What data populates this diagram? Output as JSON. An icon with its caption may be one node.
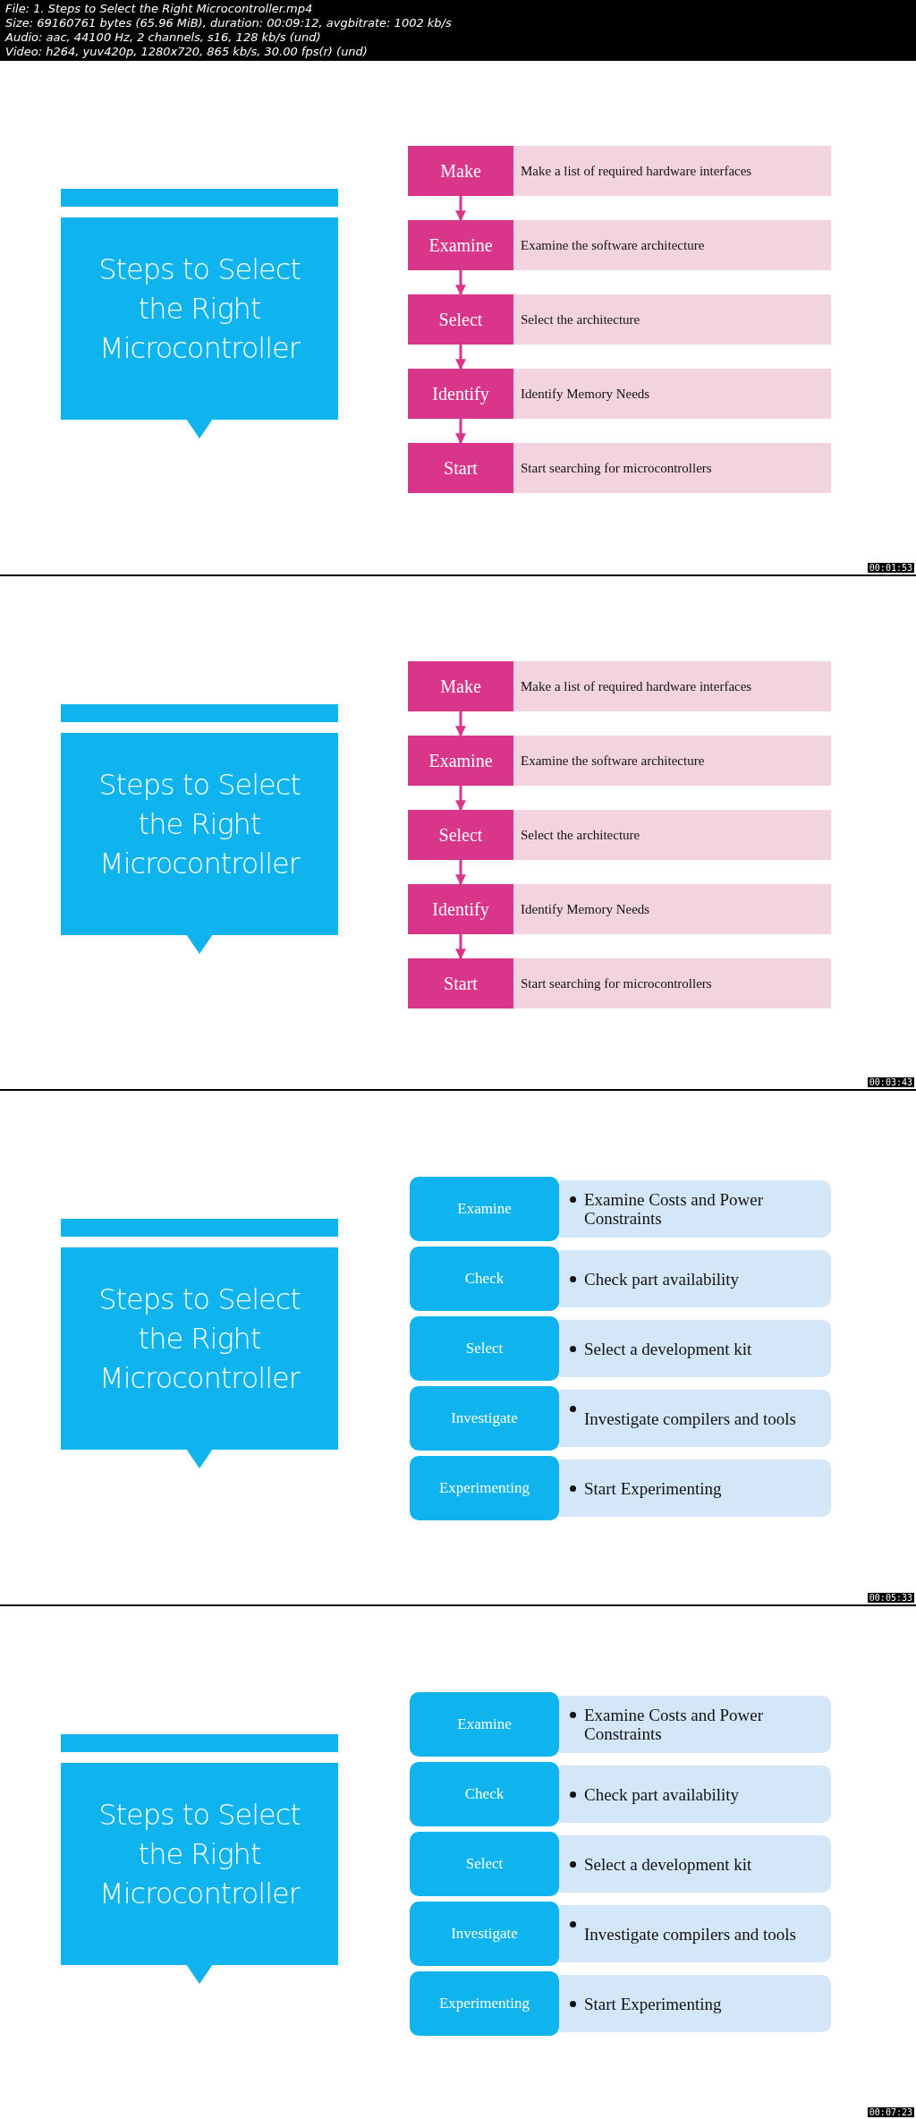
{
  "diagram": {
    "nodes": [
      {
        "text": [
          "Steps to Select the Right Microcontroller"
        ]
      },
      {
        "text": [
          "Make"
        ]
      },
      {
        "text": [
          "Make a list of required hardware interfaces"
        ]
      },
      {
        "text": [
          "Examine"
        ]
      },
      {
        "text": [
          "Examine the software architecture"
        ]
      },
      {
        "text": [
          "Select"
        ]
      },
      {
        "text": [
          "Select the architecture"
        ]
      },
      {
        "text": [
          "Identify"
        ]
      },
      {
        "text": [
          "Identify Memory Needs"
        ]
      },
      {
        "text": [
          "Start"
        ]
      },
      {
        "text": [
          "Start searching for microcontrollers"
        ]
      },
      {
        "text": [
          "Steps to Select the Right Microcontroller"
        ]
      },
      {
        "text": [
          "Make"
        ]
      },
      {
        "text": [
          "Make a list of required hardware interfaces"
        ]
      },
      {
        "text": [
          "Examine"
        ]
      },
      {
        "text": [
          "Examine the software architecture"
        ]
      },
      {
        "text": [
          "Select"
        ]
      },
      {
        "text": [
          "Select the architecture"
        ]
      },
      {
        "text": [
          "Identify"
        ]
      },
      {
        "text": [
          "Identify Memory Needs"
        ]
      },
      {
        "text": [
          "Start"
        ]
      },
      {
        "text": [
          "Start searching for microcontrollers"
        ]
      },
      {
        "text": [
          "Steps to Select the Right Microcontroller"
        ]
      },
      {
        "text": [
          "Examine"
        ]
      },
      {
        "text": [
          "Examine Costs and Power Constraints"
        ]
      },
      {
        "text": [
          "Check"
        ]
      },
      {
        "text": [
          "Check part availability"
        ]
      },
      {
        "text": [
          "Select"
        ]
      },
      {
        "text": [
          "Select a development kit"
        ]
      },
      {
        "text": [
          "Investigate"
        ]
      },
      {
        "text": [
          "Investigate compilers and tools"
        ]
      },
      {
        "text": [
          "Experimenting"
        ]
      },
      {
        "text": [
          "Start Experimenting"
        ]
      },
      {
        "text": [
          "Steps to Select the Right Microcontroller"
        ]
      },
      {
        "text": [
          "Examine"
        ]
      },
      {
        "text": [
          "Examine Costs and Power Constraints"
        ]
      },
      {
        "text": [
          "Check"
        ]
      },
      {
        "text": [
          "Check part availability"
        ]
      },
      {
        "text": [
          "Select"
        ]
      },
      {
        "text": [
          "Select a development kit"
        ]
      },
      {
        "text": [
          "Investigate"
        ]
      },
      {
        "text": [
          "Investigate compilers and tools"
        ]
      },
      {
        "text": [
          "Experimenting"
        ]
      },
      {
        "text": [
          "Start Experimenting"
        ]
      }
    ],
    "edges": [
      {
        "from": 1,
        "to": 3,
        "arrow": "to"
      },
      {
        "from": 3,
        "to": 5,
        "arrow": "to"
      },
      {
        "from": 5,
        "to": 7,
        "arrow": "to"
      },
      {
        "from": 7,
        "to": 9,
        "arrow": "to"
      },
      {
        "from": 12,
        "to": 14,
        "arrow": "to"
      },
      {
        "from": 14,
        "to": 16,
        "arrow": "to"
      },
      {
        "from": 16,
        "to": 18,
        "arrow": "to"
      },
      {
        "from": 18,
        "to": 20,
        "arrow": "to"
      }
    ],
    "labels": [
      "File: 1. Steps to Select the Right Microcontroller.mp4",
      "Size: 69160761 bytes (65.96 MiB), duration: 00:09:12, avgbitrate: 1002 kb/s",
      "Audio: aac, 44100 Hz, 2 channels, s16, 128 kb/s (und)",
      "Video: h264, yuv420p, 1280x720, 865 kb/s, 30.00 fps(r) (und)",
      "00:01:53",
      "00:03:43",
      "00:05:33",
      "00:07:23"
    ]
  }
}
